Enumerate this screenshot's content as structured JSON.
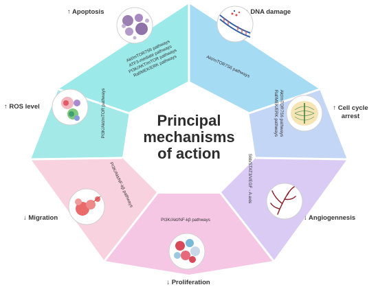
{
  "center": {
    "lines": [
      "Principal",
      "mechanisms",
      "of action"
    ]
  },
  "segments": [
    {
      "id": "apoptosis",
      "label": "↑ Apoptosis",
      "color": "#a6ecec",
      "pathways": [
        "Akt/mTOR7S6 pathways",
        "ATF3-mediate pathways",
        "PI3K/AKT/mTOR pathways",
        "Raf/MEK/ERK pathways"
      ],
      "icon": "cell-cluster-icon"
    },
    {
      "id": "dna-damage",
      "label": "↑ DNA damage",
      "color": "#a9def5",
      "pathways": [
        "Akt/mTOR7S6 pathways"
      ],
      "icon": "dna-helix-icon"
    },
    {
      "id": "cell-cycle",
      "label_lines": [
        "↑ Cell cycle",
        "arrest"
      ],
      "color": "#c2d7f6",
      "pathways": [
        "Akt/mTOR7S6 pathways",
        "Raf/MEK/ERK pathways"
      ],
      "icon": "dividing-cell-icon"
    },
    {
      "id": "angiogenesis",
      "label": "↓ Angiogennesis",
      "color": "#dccdf5",
      "pathways": [
        "S6b/STAT3/VEGF - A axis"
      ],
      "icon": "blood-vessel-icon"
    },
    {
      "id": "proliferation",
      "label": "↓ Proliferation",
      "color": "#f8cde8",
      "pathways": [
        "PI3K/Akt/NF-kβ pathways"
      ],
      "icon": "cell-mass-icon"
    },
    {
      "id": "migration",
      "label": "↓ Migration",
      "color": "#f9d4e1",
      "pathways": [
        "PI3K/Akt/NF-kβ pathways"
      ],
      "icon": "migrating-cells-icon"
    },
    {
      "id": "ros",
      "label": "↑ ROS level",
      "color": "#9fe8e6",
      "pathways": [
        "PI3K/Akt/mTOR pathways"
      ],
      "icon": "ros-cell-icon"
    }
  ]
}
